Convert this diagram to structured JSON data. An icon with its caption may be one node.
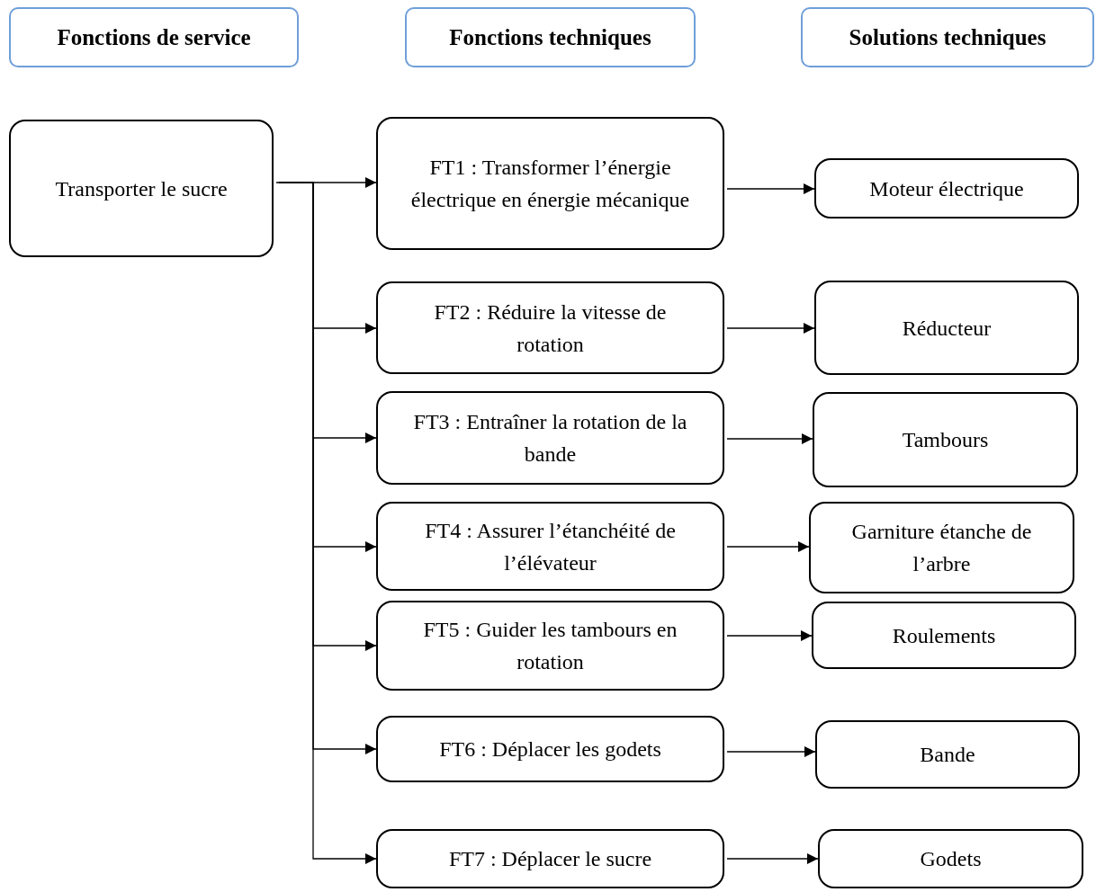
{
  "diagram": {
    "nodes": [
      {
        "text": [
          "Fonctions de service"
        ]
      },
      {
        "text": [
          "Fonctions techniques"
        ]
      },
      {
        "text": [
          "Solutions techniques"
        ]
      },
      {
        "text": [
          "Transporter le sucre"
        ]
      },
      {
        "text": [
          "FT1 : Transformer l’énergie électrique en énergie mécanique"
        ]
      },
      {
        "text": [
          "FT2 : Réduire la vitesse de rotation"
        ]
      },
      {
        "text": [
          "FT3 : Entraîner la rotation de la bande"
        ]
      },
      {
        "text": [
          "FT4 : Assurer l’étanchéité de l’élévateur"
        ]
      },
      {
        "text": [
          "FT5 : Guider les tambours en rotation"
        ]
      },
      {
        "text": [
          "FT6 : Déplacer les godets"
        ]
      },
      {
        "text": [
          "FT7 : Déplacer le sucre"
        ]
      },
      {
        "text": [
          "Moteur électrique"
        ]
      },
      {
        "text": [
          "Réducteur"
        ]
      },
      {
        "text": [
          "Tambours"
        ]
      },
      {
        "text": [
          "Garniture étanche de l’arbre"
        ]
      },
      {
        "text": [
          "Roulements"
        ]
      },
      {
        "text": [
          "Bande"
        ]
      },
      {
        "text": [
          "Godets"
        ]
      }
    ],
    "edges": [
      {
        "from": 3,
        "to": 4,
        "arrow": "to"
      },
      {
        "from": 3,
        "to": 5,
        "arrow": "to"
      },
      {
        "from": 3,
        "to": 6,
        "arrow": "to"
      },
      {
        "from": 3,
        "to": 7,
        "arrow": "to"
      },
      {
        "from": 3,
        "to": 8,
        "arrow": "to"
      },
      {
        "from": 3,
        "to": 9,
        "arrow": "to"
      },
      {
        "from": 3,
        "to": 10,
        "arrow": "to"
      },
      {
        "from": 4,
        "to": 11,
        "arrow": "to"
      },
      {
        "from": 5,
        "to": 12,
        "arrow": "to"
      },
      {
        "from": 6,
        "to": 13,
        "arrow": "to"
      },
      {
        "from": 7,
        "to": 14,
        "arrow": "to"
      },
      {
        "from": 8,
        "to": 15,
        "arrow": "to"
      },
      {
        "from": 9,
        "to": 16,
        "arrow": "to"
      },
      {
        "from": 10,
        "to": 17,
        "arrow": "to"
      }
    ]
  }
}
